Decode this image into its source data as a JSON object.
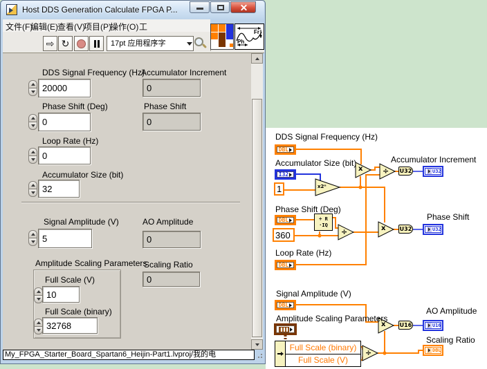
{
  "window": {
    "title": "Host DDS Generation Calculate FPGA P...",
    "menu_items": [
      "文件(F)",
      "编辑(E)",
      "查看(V)",
      "项目(P)",
      "操作(O)",
      "工"
    ],
    "toolbar": {
      "font_selector": "17pt 应用程序字"
    },
    "vi_icon": {
      "fr": "Fr",
      "ph": "Ph"
    },
    "path_bar": "My_FPGA_Starter_Board_Spartan6_Heijin-Part1.lvproj/我的电"
  },
  "front_panel": {
    "dds_freq": {
      "label": "DDS Signal Frequency (Hz)",
      "value": "20000"
    },
    "acc_incr": {
      "label": "Accumulator Increment",
      "value": "0"
    },
    "phase_deg": {
      "label": "Phase Shift (Deg)",
      "value": "0"
    },
    "phase_shift": {
      "label": "Phase Shift",
      "value": "0"
    },
    "loop_rate": {
      "label": "Loop Rate (Hz)",
      "value": "0"
    },
    "acc_size": {
      "label": "Accumulator Size (bit)",
      "value": "32"
    },
    "sig_amp": {
      "label": "Signal Amplitude (V)",
      "value": "5"
    },
    "ao_amp": {
      "label": "AO Amplitude",
      "value": "0"
    },
    "scaling_ratio": {
      "label": "Scaling Ratio",
      "value": "0"
    },
    "cluster": {
      "label": "Amplitude Scaling Parameters",
      "full_scale_v": {
        "label": "Full Scale (V)",
        "value": "10"
      },
      "full_scale_bin": {
        "label": "Full Scale (binary)",
        "value": "32768"
      }
    }
  },
  "block_diagram": {
    "labels": {
      "dds_freq": "DDS Signal Frequency (Hz)",
      "acc_size": "Accumulator Size (bit)",
      "acc_incr": "Accumulator Increment",
      "phase_deg": "Phase Shift (Deg)",
      "phase_shift": "Phase Shift",
      "loop_rate": "Loop Rate (Hz)",
      "sig_amp": "Signal Amplitude (V)",
      "asp": "Amplitude Scaling Parameters",
      "ao_amp": "AO Amplitude",
      "scaling_ratio": "Scaling Ratio"
    },
    "types": {
      "dbl": "DBL",
      "i32": "I32",
      "u32": "U32",
      "u16": "U16"
    },
    "constants": {
      "one": "1",
      "deg360": "360"
    },
    "ops": {
      "multiply": "x",
      "divide": "÷",
      "scale2n": "x2ⁿ",
      "qr1": "÷ R",
      "qr2": "·IQ"
    },
    "unbundle": {
      "row1": "Full Scale (binary)",
      "row2": "Full Scale (V)"
    }
  },
  "colors": {
    "lv_orange": "#ff8000",
    "lv_blue": "#2233dd",
    "lv_brown": "#7a3500",
    "desktop_green": "#cde4cc"
  }
}
